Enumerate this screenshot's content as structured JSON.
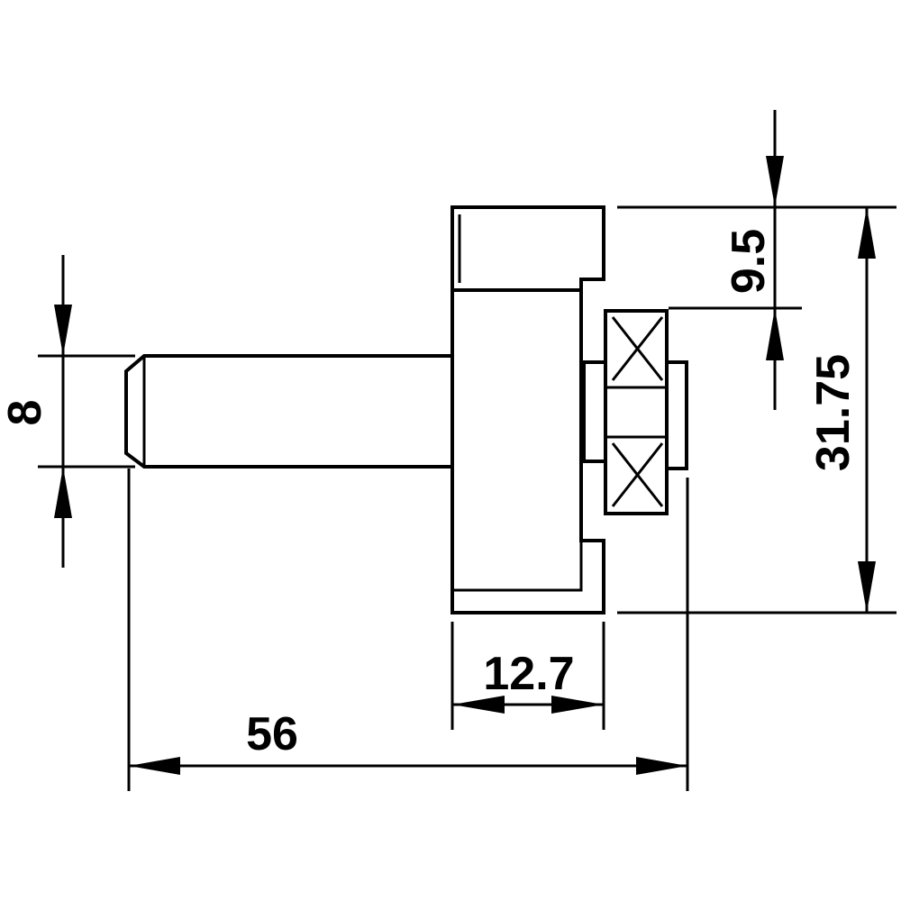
{
  "drawing": {
    "stroke_color": "#000000",
    "background": "#ffffff",
    "dimensions": {
      "shaft_diameter": "8",
      "overall_length": "56",
      "body_width": "12.7",
      "flange_thickness": "9.5",
      "overall_height": "31.75"
    }
  }
}
